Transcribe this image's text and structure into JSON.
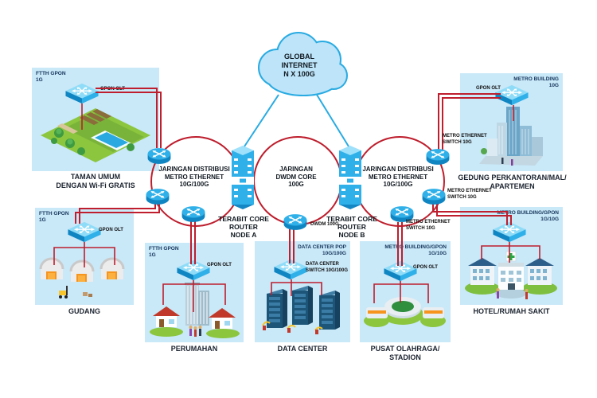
{
  "colors": {
    "accent_blue": "#29abe2",
    "line_red": "#be1e2d",
    "box_fill": "#c9e8f8",
    "dark_text": "#1c2430"
  },
  "cloud": {
    "label": "GLOBAL\nINTERNET\nN X 100G"
  },
  "rings": [
    {
      "label": "JARINGAN DISTRIBUSI\nMETRO ETHERNET\n10G/100G"
    },
    {
      "label": "JARINGAN\nDWDM CORE\n100G"
    },
    {
      "label": "JARINGAN DISTRIBUSI\nMETRO ETHERNET\n10G/100G"
    }
  ],
  "core_routers": [
    {
      "label": "TERABIT CORE\nROUTER\nNODE A"
    },
    {
      "label": "TERABIT CORE\nROUTER\nNODE B"
    }
  ],
  "ring_devices": {
    "dwdm_label": "DWDM 100G",
    "metro_switch_top": "METRO ETHERNET\nSWITCH 10G",
    "metro_switch_mid": "METRO ETHERNET\nSWITCH 10G",
    "metro_switch_bottom": "METRO ETHERNET\nSWITCH 10G"
  },
  "sites": [
    {
      "id": "taman-umum",
      "badge": "FTTH GPON\n1G",
      "device_label": "GPON OLT",
      "caption": "TAMAN UMUM\nDENGAN Wi-Fi GRATIS"
    },
    {
      "id": "gudang",
      "badge": "FTTH GPON\n1G",
      "device_label": "GPON OLT",
      "caption": "GUDANG"
    },
    {
      "id": "perumahan",
      "badge": "FTTH GPON\n1G",
      "device_label": "GPON OLT",
      "caption": "PERUMAHAN"
    },
    {
      "id": "data-center",
      "badge": "DATA CENTER POP\n10G/100G",
      "device_label": "DATA CENTER\nSWITCH 10G/100G",
      "caption": "DATA CENTER"
    },
    {
      "id": "pusat-olahraga",
      "badge": "METRO BUILDING/GPON\n1G/10G",
      "device_label": "GPON OLT",
      "caption": "PUSAT OLAHRAGA/\nSTADION"
    },
    {
      "id": "gedung-perkantoran",
      "badge": "METRO BUILDING\n10G",
      "device_label": "GPON OLT",
      "caption": "GEDUNG PERKANTORAN/MAL/\nAPARTEMEN"
    },
    {
      "id": "hotel-rumah-sakit",
      "badge": "METRO BUILDING/GPON\n1G/10G",
      "caption": "HOTEL/RUMAH SAKIT"
    }
  ]
}
